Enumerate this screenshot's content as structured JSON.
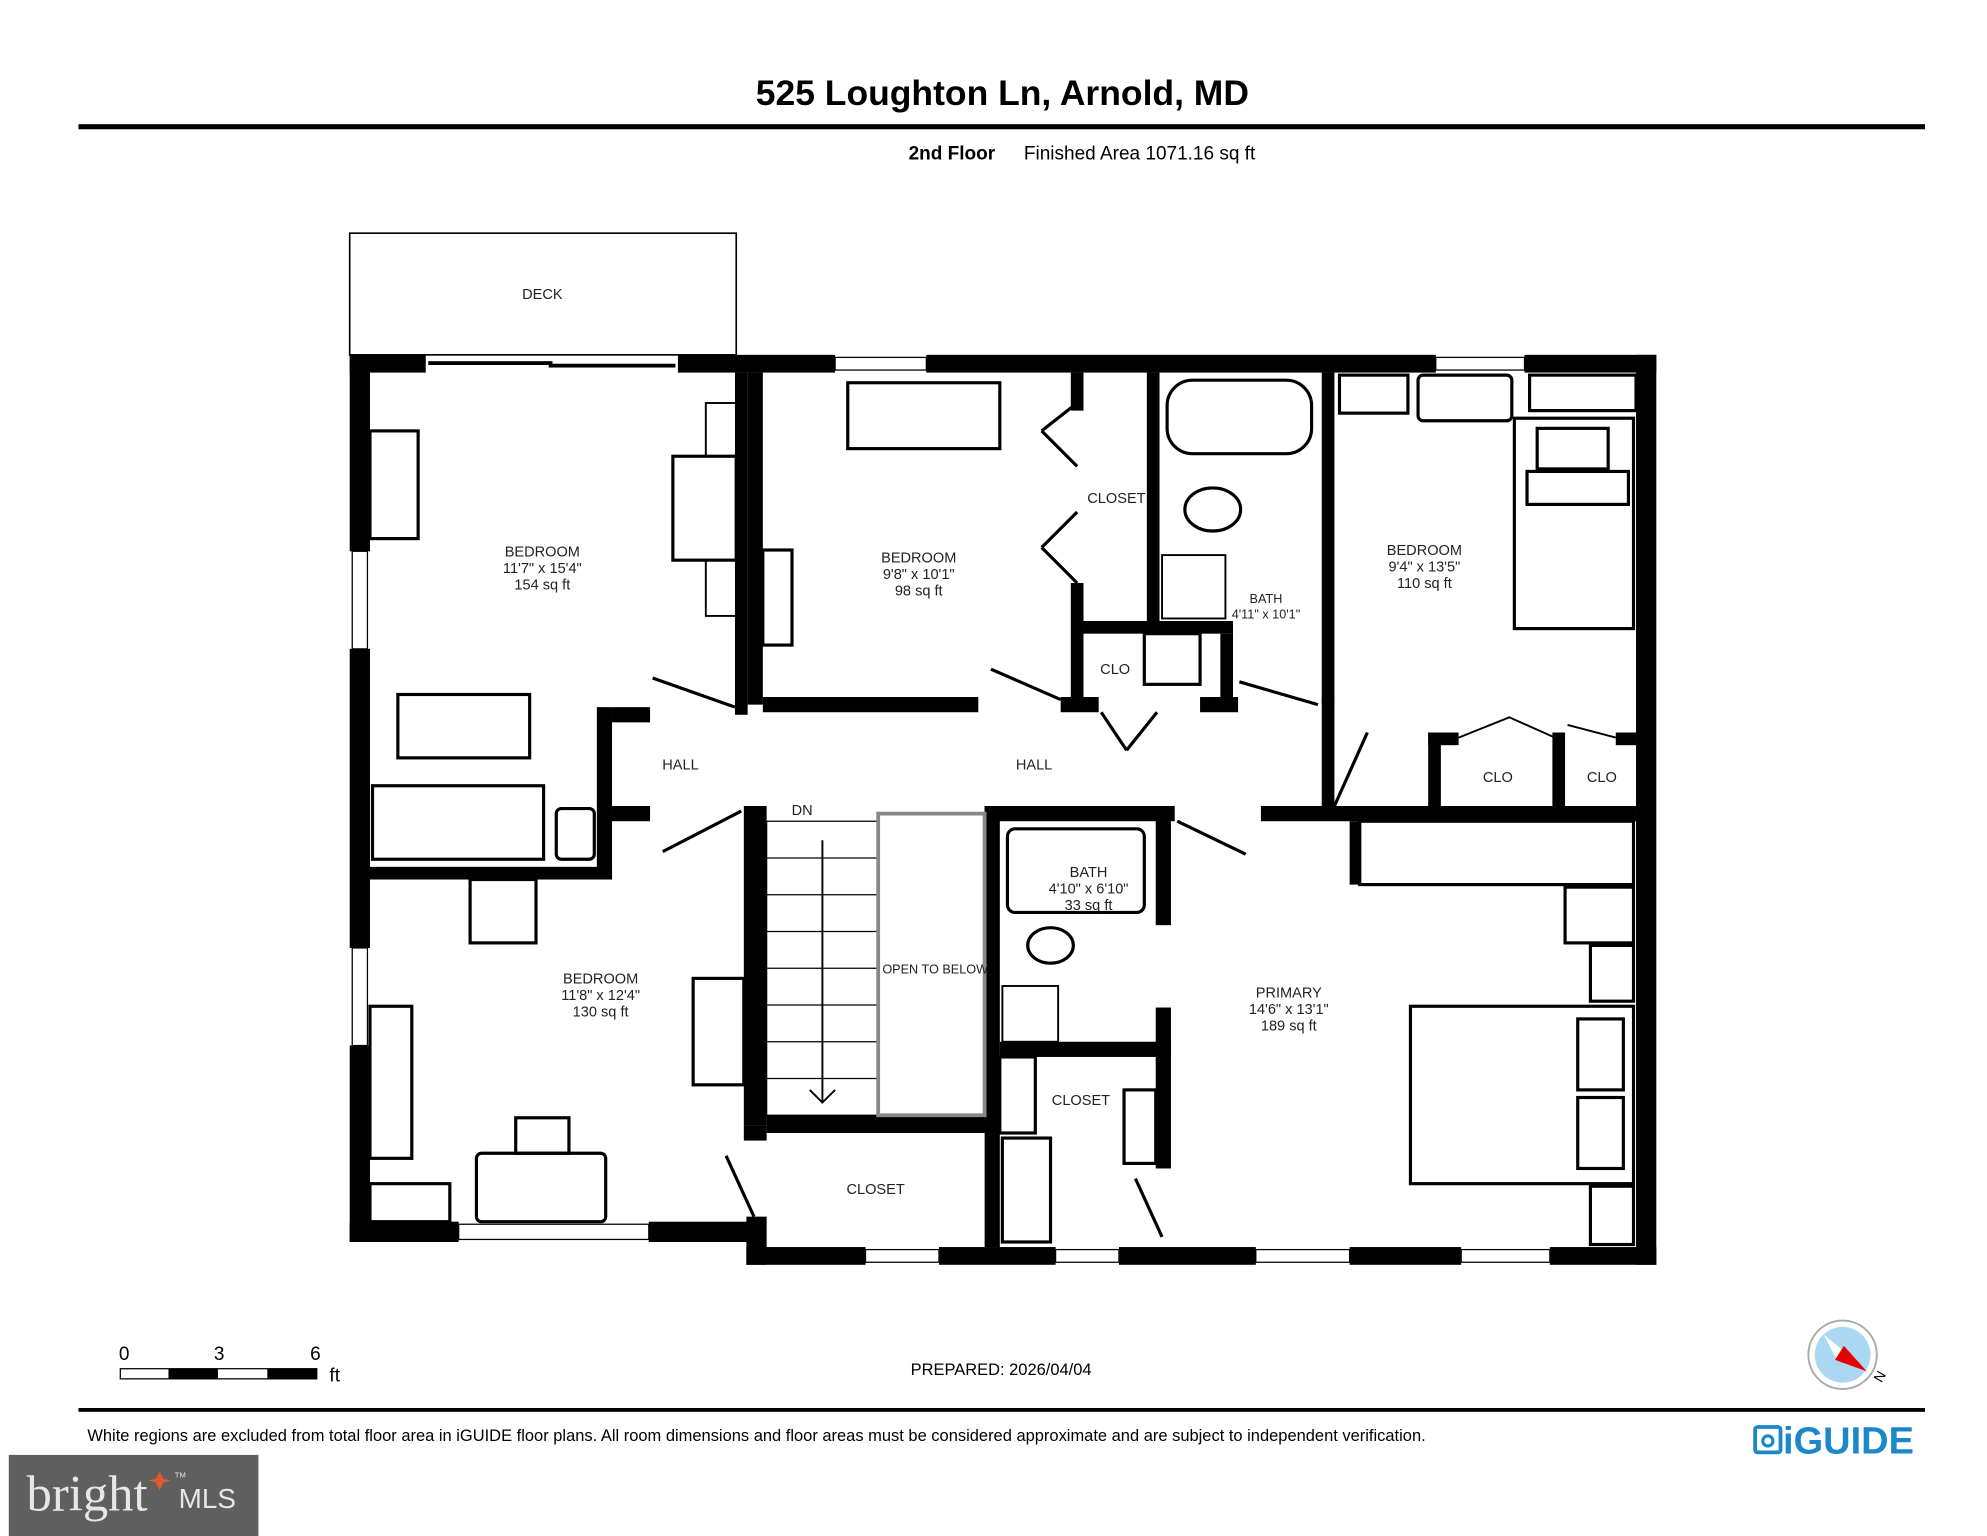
{
  "header": {
    "address": "525 Loughton Ln, Arnold, MD",
    "floor": "2nd Floor",
    "finished_area": "Finished Area 1071.16 sq ft"
  },
  "rooms": {
    "deck": {
      "name": "DECK"
    },
    "bedroom_nw": {
      "name": "BEDROOM",
      "dims": "11'7\" x 15'4\"",
      "area": "154 sq ft"
    },
    "bedroom_n": {
      "name": "BEDROOM",
      "dims": "9'8\" x 10'1\"",
      "area": "98 sq ft"
    },
    "closet_n": {
      "name": "CLOSET"
    },
    "bath_n": {
      "name": "BATH",
      "dims": "4'11\" x 10'1\""
    },
    "clo_n": {
      "name": "CLO"
    },
    "bedroom_ne": {
      "name": "BEDROOM",
      "dims": "9'4\" x 13'5\"",
      "area": "110 sq ft"
    },
    "clo_e1": {
      "name": "CLO"
    },
    "clo_e2": {
      "name": "CLO"
    },
    "hall_w": {
      "name": "HALL"
    },
    "hall_c": {
      "name": "HALL"
    },
    "stairs": {
      "name": "DN"
    },
    "open_below": {
      "name": "OPEN TO BELOW"
    },
    "bath_s": {
      "name": "BATH",
      "dims": "4'10\" x 6'10\"",
      "area": "33 sq ft"
    },
    "primary": {
      "name": "PRIMARY",
      "dims": "14'6\" x 13'1\"",
      "area": "189 sq ft"
    },
    "bedroom_sw": {
      "name": "BEDROOM",
      "dims": "11'8\" x 12'4\"",
      "area": "130 sq ft"
    },
    "closet_s": {
      "name": "CLOSET"
    },
    "closet_primary": {
      "name": "CLOSET"
    }
  },
  "scale_bar": {
    "ticks": [
      "0",
      "3",
      "6"
    ],
    "unit": "ft"
  },
  "prepared": "PREPARED: 2026/04/04",
  "compass": {
    "label": "N",
    "needle_color": "#e60000",
    "dial_color": "#aad8f2"
  },
  "disclaimer": "White regions are excluded from total floor area in iGUIDE floor plans. All room dimensions and floor areas must be considered approximate and are subject to independent verification.",
  "brand": {
    "iguide": "iGUIDE",
    "iguide_color": "#1a88c9",
    "bright": "bright",
    "mls": "MLS",
    "tm": "TM",
    "bright_star_color": "#e05a2b"
  }
}
